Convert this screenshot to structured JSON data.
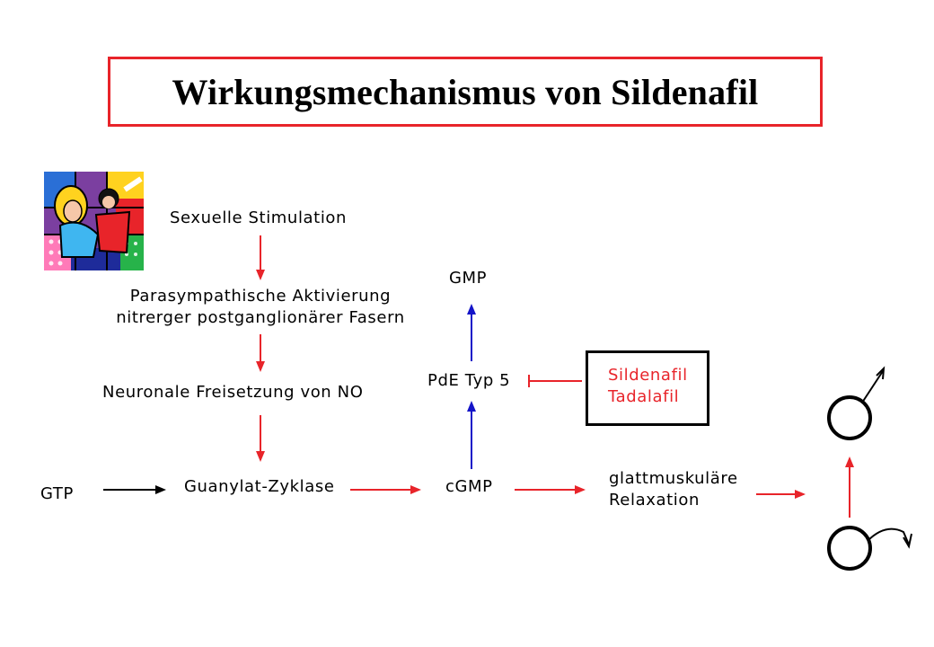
{
  "title": "Wirkungsmechanismus von Sildenafil",
  "nodes": {
    "stimulation": "Sexuelle Stimulation",
    "parasympathetic_line1": "Parasympathische Aktivierung",
    "parasympathetic_line2": "nitrerger postganglionärer Fasern",
    "no_release": "Neuronale Freisetzung von NO",
    "gtp": "GTP",
    "guanylate_cyclase": "Guanylat-Zyklase",
    "cgmp": "cGMP",
    "pde5": "PdE Typ 5",
    "gmp": "GMP",
    "relaxation_line1": "glattmuskuläre",
    "relaxation_line2": "Relaxation"
  },
  "inhibitors": [
    "Sildenafil",
    "Tadalafil"
  ],
  "colors": {
    "title_border": "#e8242a",
    "arrow_red": "#e8242a",
    "arrow_blue": "#1414c8",
    "arrow_black": "#000000",
    "inhibitor_text": "#e8242a"
  },
  "icons": [
    "pop-art-couple-image",
    "male-symbol-icon",
    "flaccid-symbol-icon"
  ]
}
